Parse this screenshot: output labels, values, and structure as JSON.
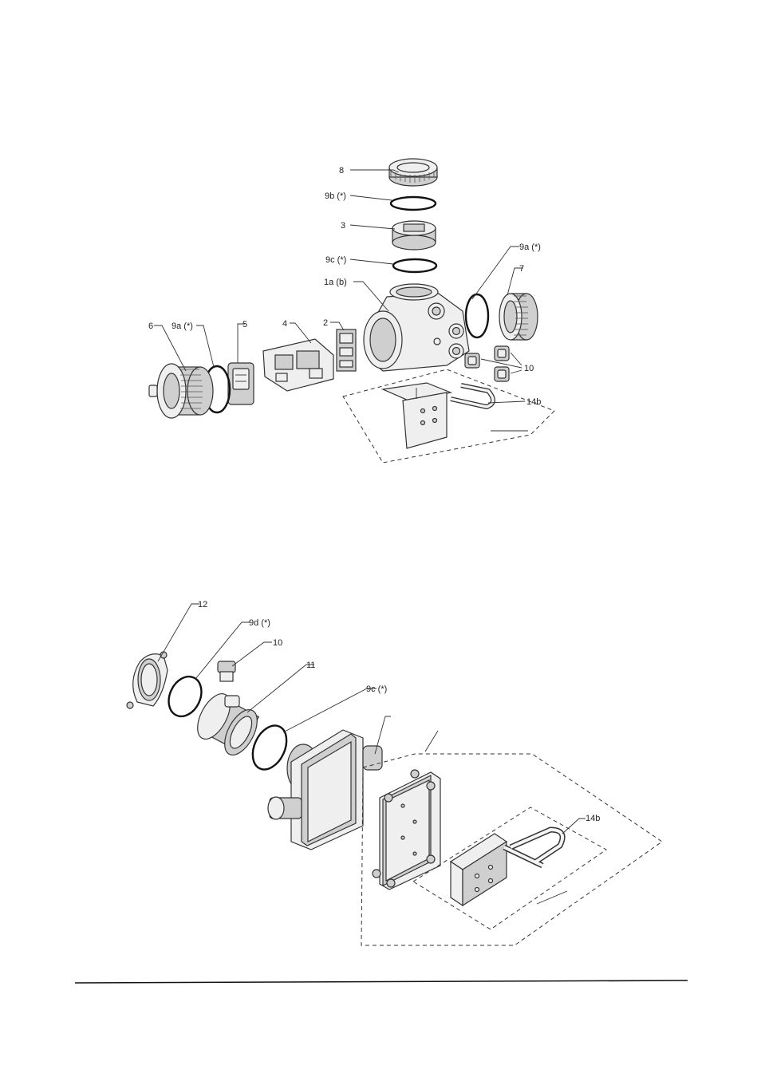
{
  "figure_top": {
    "labels": {
      "p8": "8",
      "p9b": "9b (*)",
      "p3": "3",
      "p9c": "9c (*)",
      "p1a": "1a (b)",
      "p9a_right": "9a (*)",
      "p7": "7",
      "p2": "2",
      "p4": "4",
      "p5": "5",
      "p9a_left": "9a (*)",
      "p6": "6",
      "p10": "10",
      "p14b": "14b"
    }
  },
  "figure_bottom": {
    "labels": {
      "p12": "12",
      "p9d": "9d (*)",
      "p10": "10",
      "p11": "11",
      "p9c": "9c (*)",
      "p14b": "14b"
    }
  }
}
